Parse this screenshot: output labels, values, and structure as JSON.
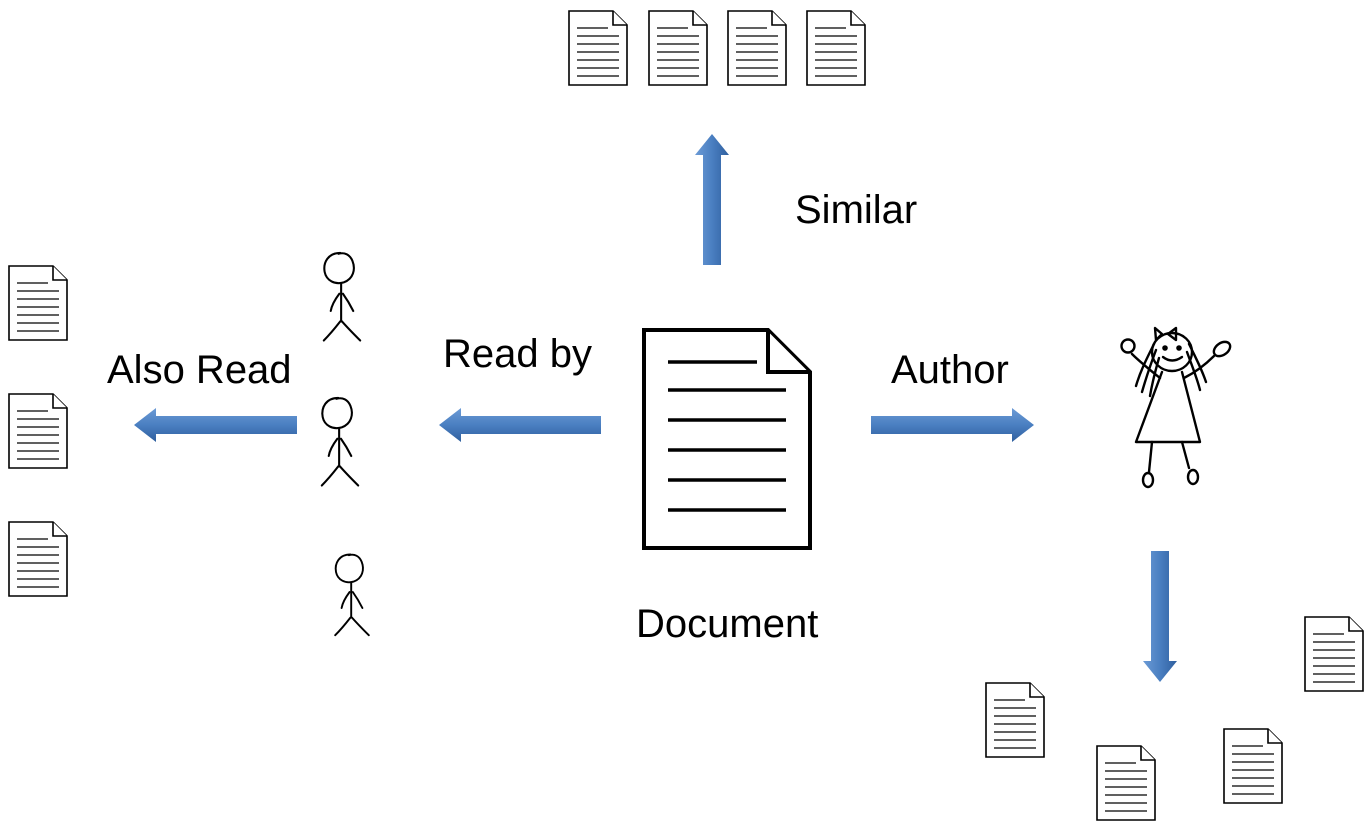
{
  "diagram": {
    "center_label": "Document",
    "edges": {
      "similar": "Similar",
      "read_by": "Read by",
      "also_read": "Also Read",
      "author": "Author"
    },
    "arrow_color": "#4a7fc1",
    "icons": {
      "document": "document-icon",
      "reader": "reader-stick-figure-icon",
      "author": "author-stick-figure-icon"
    }
  }
}
